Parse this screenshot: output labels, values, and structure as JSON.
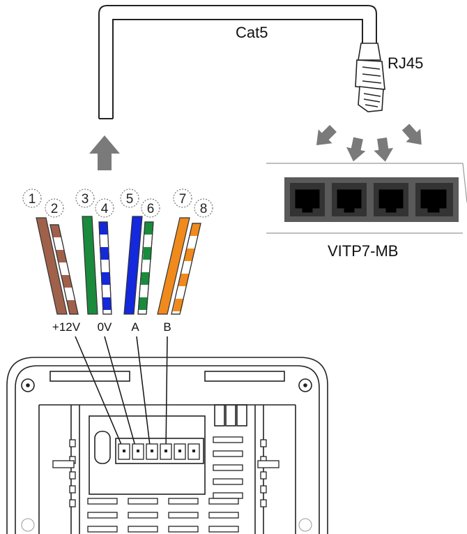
{
  "labels": {
    "cable": "Cat5",
    "connector": "RJ45",
    "module": "VITP7-MB"
  },
  "pair_numbers": [
    "1",
    "2",
    "3",
    "4",
    "5",
    "6",
    "7",
    "8"
  ],
  "terminals": [
    "+12V",
    "0V",
    "A",
    "B"
  ],
  "colors": {
    "brown": "#a0614a",
    "green": "#1a8a3c",
    "blue": "#1428dc",
    "orange": "#f08a1c",
    "arrow": "#7a7a7a",
    "port": "#5a5a5a"
  }
}
